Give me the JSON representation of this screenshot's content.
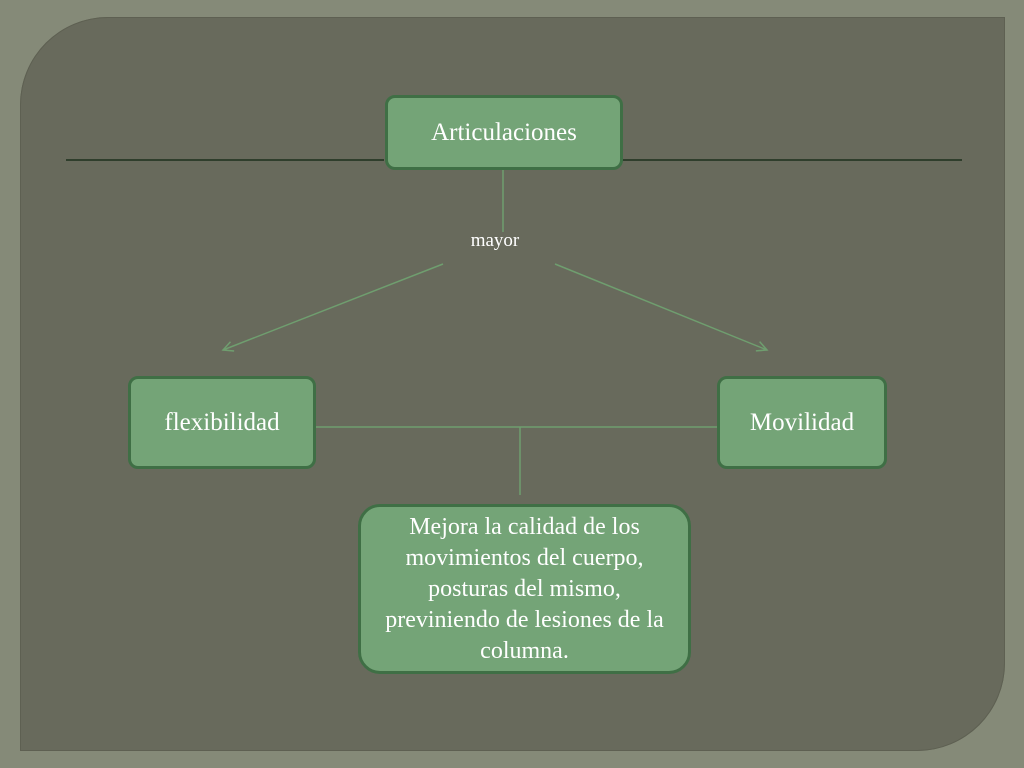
{
  "diagram": {
    "root": {
      "label": "Articulaciones"
    },
    "link_label": "mayor",
    "left": {
      "label": "flexibilidad"
    },
    "right": {
      "label": "Movilidad"
    },
    "result": {
      "label": "Mejora la calidad de los movimientos del cuerpo, posturas del mismo, previniendo de lesiones de la columna."
    }
  },
  "colors": {
    "slide_background": "#686a5c",
    "outer_border": "#858a78",
    "node_fill": "#74a477",
    "node_border": "#3f6f45",
    "connector": "#6f9e6f"
  }
}
